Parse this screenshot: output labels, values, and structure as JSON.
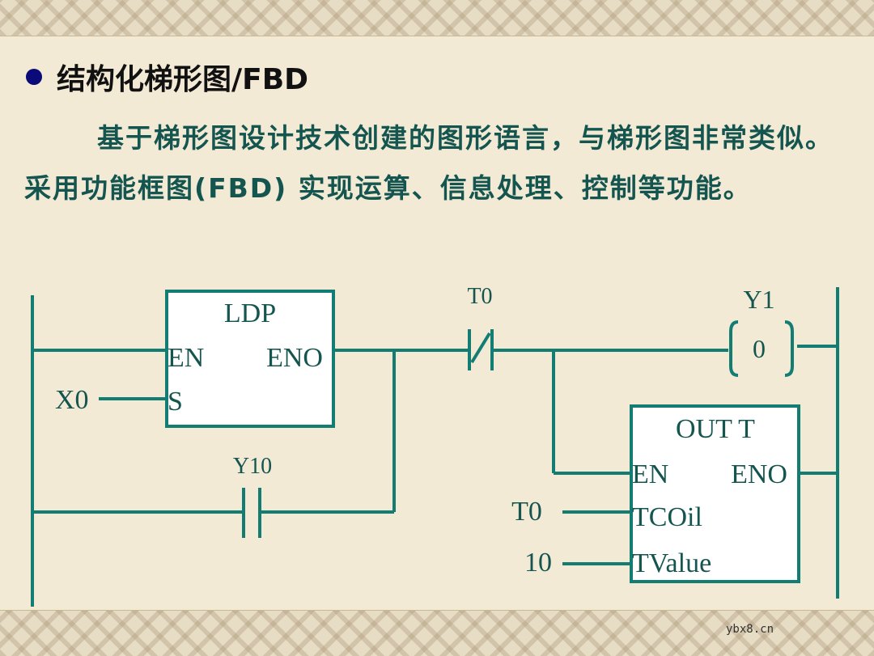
{
  "slide": {
    "title": "结构化梯形图/FBD",
    "paragraph": "基于梯形图设计技术创建的图形语言，与梯形图非常类似。采用功能框图(FBD) 实现运算、信息处理、控制等功能。",
    "watermark": "ybx8.cn"
  },
  "diagram": {
    "ldp_block": {
      "name": "LDP",
      "in_en": "EN",
      "out_eno": "ENO",
      "in_s": "S"
    },
    "input_x0": "X0",
    "contact_y10": "Y10",
    "contact_t0": "T0",
    "coil": {
      "name": "Y1",
      "value": "0"
    },
    "out_block": {
      "name": "OUT T",
      "in_en": "EN",
      "out_eno": "ENO",
      "in_tcoil": "TCOil",
      "in_tvalue": "TValue"
    },
    "tcoil_input": "T0",
    "tvalue_input": "10"
  },
  "colors": {
    "wire": "#137d74",
    "text": "#14554f",
    "heading": "#111111",
    "bullet": "#0a0a78"
  }
}
